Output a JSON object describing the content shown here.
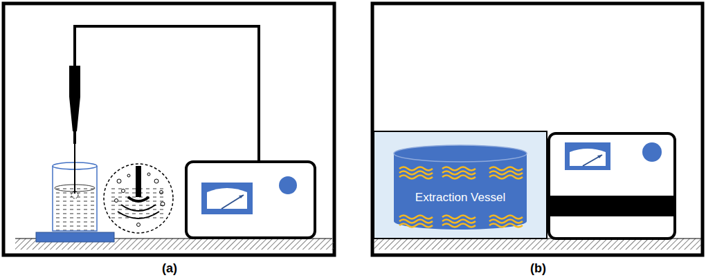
{
  "diagram": {
    "nodes": [
      {
        "text": [
          "Extraction Vessel"
        ]
      }
    ],
    "labels": [
      "(a)",
      "(b)"
    ]
  }
}
